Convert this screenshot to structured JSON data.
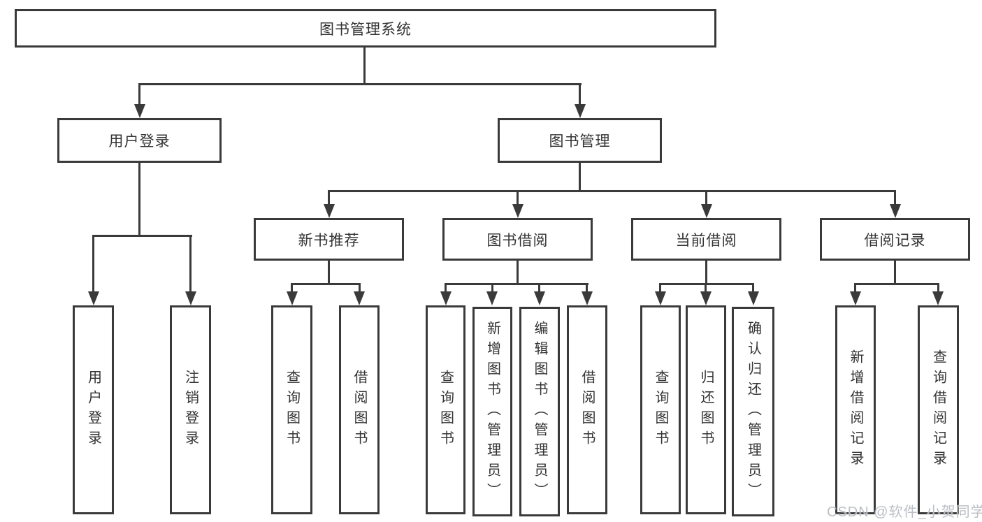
{
  "style": {
    "line_color": "#3a3a3a",
    "text_color": "#333333",
    "box_background": "#ffffff",
    "watermark_color": "#b7bcc2"
  },
  "tree": {
    "root": {
      "label": "图书管理系统"
    },
    "user_login": {
      "label": "用户登录",
      "children": [
        {
          "label": "用户登录"
        },
        {
          "label": "注销登录"
        }
      ]
    },
    "book_mgmt": {
      "label": "图书管理",
      "sections": [
        {
          "label": "新书推荐",
          "children": [
            {
              "label": "查询图书"
            },
            {
              "label": "借阅图书"
            }
          ]
        },
        {
          "label": "图书借阅",
          "children": [
            {
              "label": "查询图书"
            },
            {
              "label": "新增图书（管理员）"
            },
            {
              "label": "编辑图书（管理员）"
            },
            {
              "label": "借阅图书"
            }
          ]
        },
        {
          "label": "当前借阅",
          "children": [
            {
              "label": "查询图书"
            },
            {
              "label": "归还图书"
            },
            {
              "label": "确认归还（管理员）"
            }
          ]
        },
        {
          "label": "借阅记录",
          "children": [
            {
              "label": "新增借阅记录"
            },
            {
              "label": "查询借阅记录"
            }
          ]
        }
      ]
    }
  },
  "watermark": {
    "text": "CSDN @软件_小贺同学"
  }
}
